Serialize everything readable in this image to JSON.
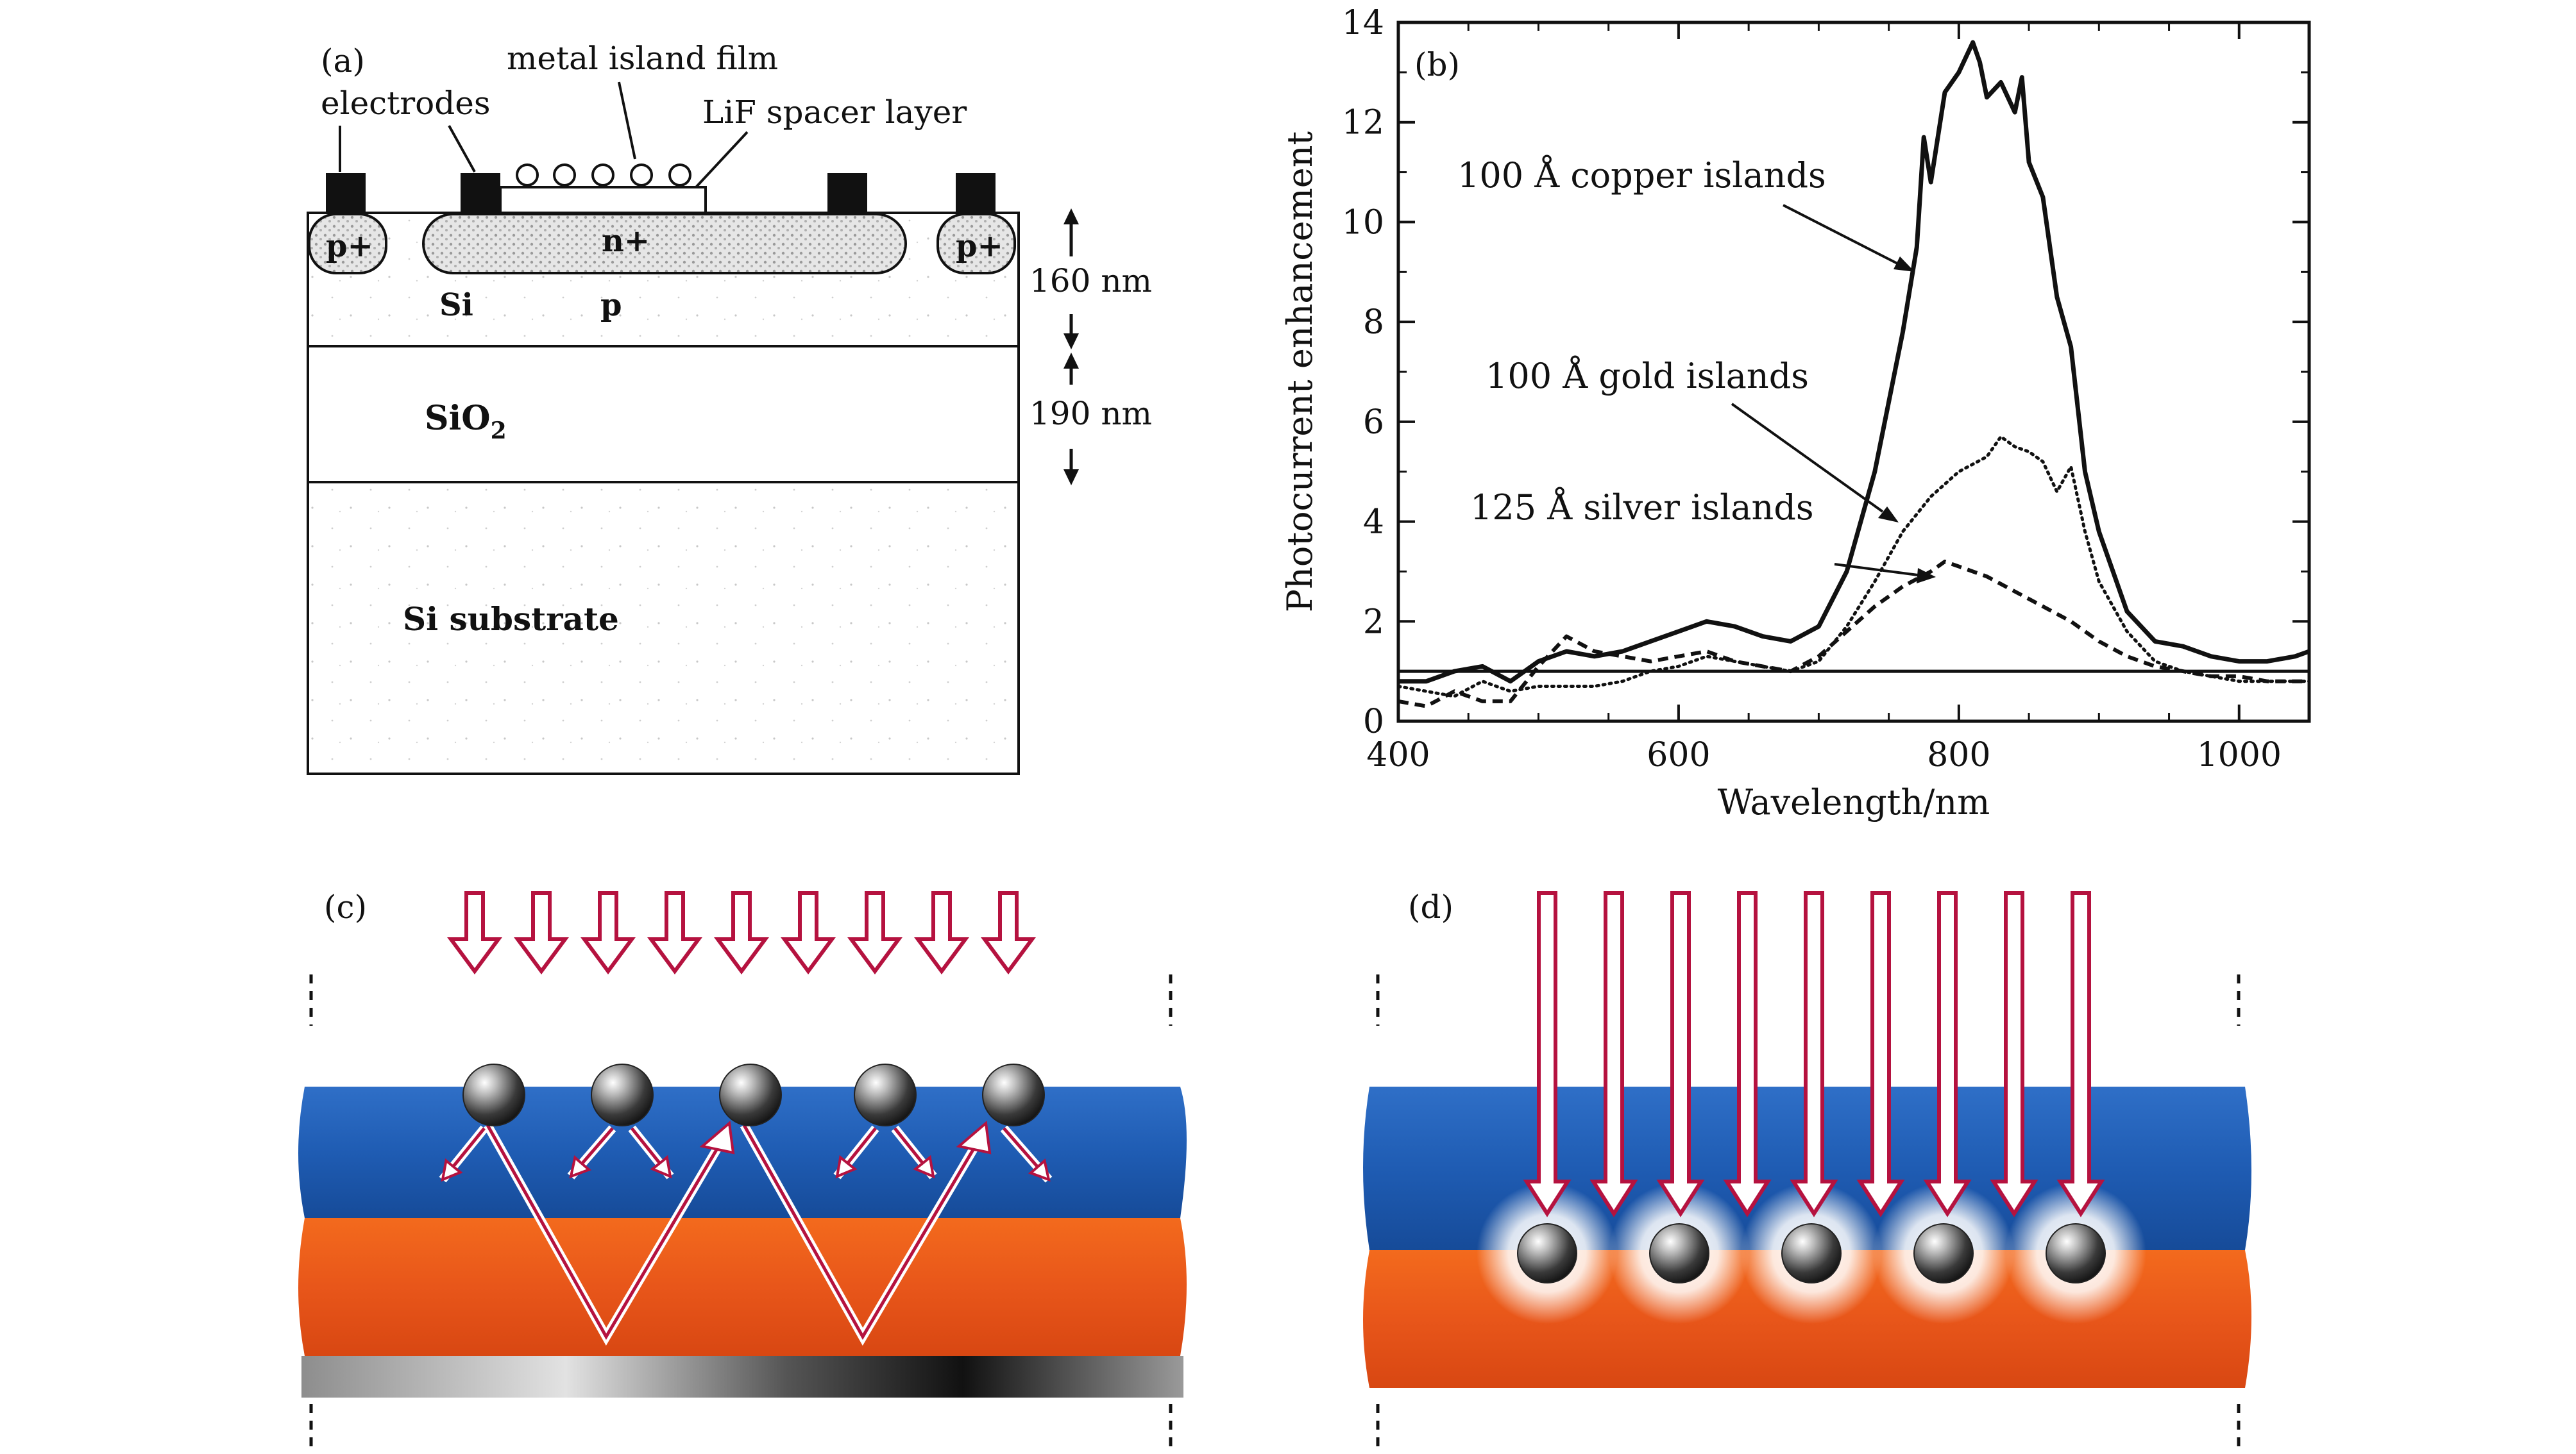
{
  "panel_a": {
    "label": "(a)",
    "electrodes": "electrodes",
    "metal_island": "metal island film",
    "spacer": "LiF spacer layer",
    "p_left": "p+",
    "n_plus": "n+",
    "p_right": "p+",
    "si": "Si",
    "p": "p",
    "dim_top": "160 nm",
    "dim_bottom": "190 nm",
    "sio2": "SiO",
    "sio2_sub": "2",
    "substrate": "Si substrate"
  },
  "panel_b": {
    "label": "(b)"
  },
  "panel_c": {
    "label": "(c)"
  },
  "panel_d": {
    "label": "(d)"
  },
  "chart_data": {
    "type": "line",
    "xlabel": "Wavelength/nm",
    "ylabel": "Photocurrent enhancement",
    "xlim": [
      400,
      1050
    ],
    "ylim": [
      0,
      14
    ],
    "xticks": [
      400,
      600,
      800,
      1000
    ],
    "yticks": [
      0,
      2,
      4,
      6,
      8,
      10,
      12,
      14
    ],
    "grid": false,
    "annotations": [
      "100 Å copper islands",
      "100 Å gold islands",
      "125 Å silver islands"
    ],
    "series": [
      {
        "name": "100 Å copper islands",
        "style": "solid-bold",
        "x": [
          400,
          420,
          440,
          460,
          480,
          500,
          520,
          540,
          560,
          580,
          600,
          620,
          640,
          660,
          680,
          700,
          720,
          740,
          760,
          770,
          775,
          780,
          790,
          800,
          810,
          815,
          820,
          830,
          840,
          845,
          850,
          860,
          870,
          880,
          890,
          900,
          920,
          940,
          960,
          980,
          1000,
          1020,
          1040,
          1050
        ],
        "y": [
          0.8,
          0.8,
          1.0,
          1.1,
          0.8,
          1.2,
          1.4,
          1.3,
          1.4,
          1.6,
          1.8,
          2.0,
          1.9,
          1.7,
          1.6,
          1.9,
          3.0,
          5.0,
          7.8,
          9.5,
          11.7,
          10.8,
          12.6,
          13.0,
          13.6,
          13.2,
          12.5,
          12.8,
          12.2,
          12.9,
          11.2,
          10.5,
          8.5,
          7.5,
          5.0,
          3.8,
          2.2,
          1.6,
          1.5,
          1.3,
          1.2,
          1.2,
          1.3,
          1.4
        ]
      },
      {
        "name": "100 Å gold islands",
        "style": "dotted",
        "x": [
          400,
          420,
          440,
          460,
          480,
          500,
          520,
          540,
          560,
          580,
          600,
          620,
          640,
          660,
          680,
          700,
          720,
          740,
          760,
          780,
          800,
          820,
          830,
          840,
          850,
          860,
          870,
          880,
          890,
          900,
          920,
          940,
          960,
          980,
          1000,
          1020,
          1040,
          1050
        ],
        "y": [
          0.7,
          0.6,
          0.5,
          0.8,
          0.6,
          0.7,
          0.7,
          0.7,
          0.8,
          1.0,
          1.1,
          1.3,
          1.2,
          1.1,
          1.0,
          1.2,
          1.9,
          2.8,
          3.8,
          4.5,
          5.0,
          5.3,
          5.7,
          5.5,
          5.4,
          5.2,
          4.6,
          5.1,
          3.8,
          2.8,
          1.8,
          1.2,
          1.0,
          0.9,
          0.8,
          0.8,
          0.8,
          0.8
        ]
      },
      {
        "name": "125 Å silver islands",
        "style": "dashed",
        "x": [
          400,
          420,
          440,
          460,
          480,
          500,
          520,
          540,
          560,
          580,
          600,
          620,
          640,
          660,
          680,
          700,
          720,
          740,
          760,
          780,
          790,
          800,
          820,
          840,
          860,
          880,
          900,
          920,
          940,
          960,
          980,
          1000,
          1020,
          1040,
          1050
        ],
        "y": [
          0.4,
          0.3,
          0.6,
          0.4,
          0.4,
          1.1,
          1.7,
          1.4,
          1.3,
          1.2,
          1.3,
          1.4,
          1.2,
          1.1,
          1.0,
          1.3,
          1.8,
          2.3,
          2.7,
          3.0,
          3.2,
          3.1,
          2.9,
          2.6,
          2.3,
          2.0,
          1.6,
          1.3,
          1.1,
          1.0,
          0.9,
          0.9,
          0.8,
          0.8,
          0.8
        ]
      },
      {
        "name": "baseline",
        "style": "solid-thin",
        "x": [
          400,
          1050
        ],
        "y": [
          1.0,
          1.0
        ]
      }
    ]
  }
}
